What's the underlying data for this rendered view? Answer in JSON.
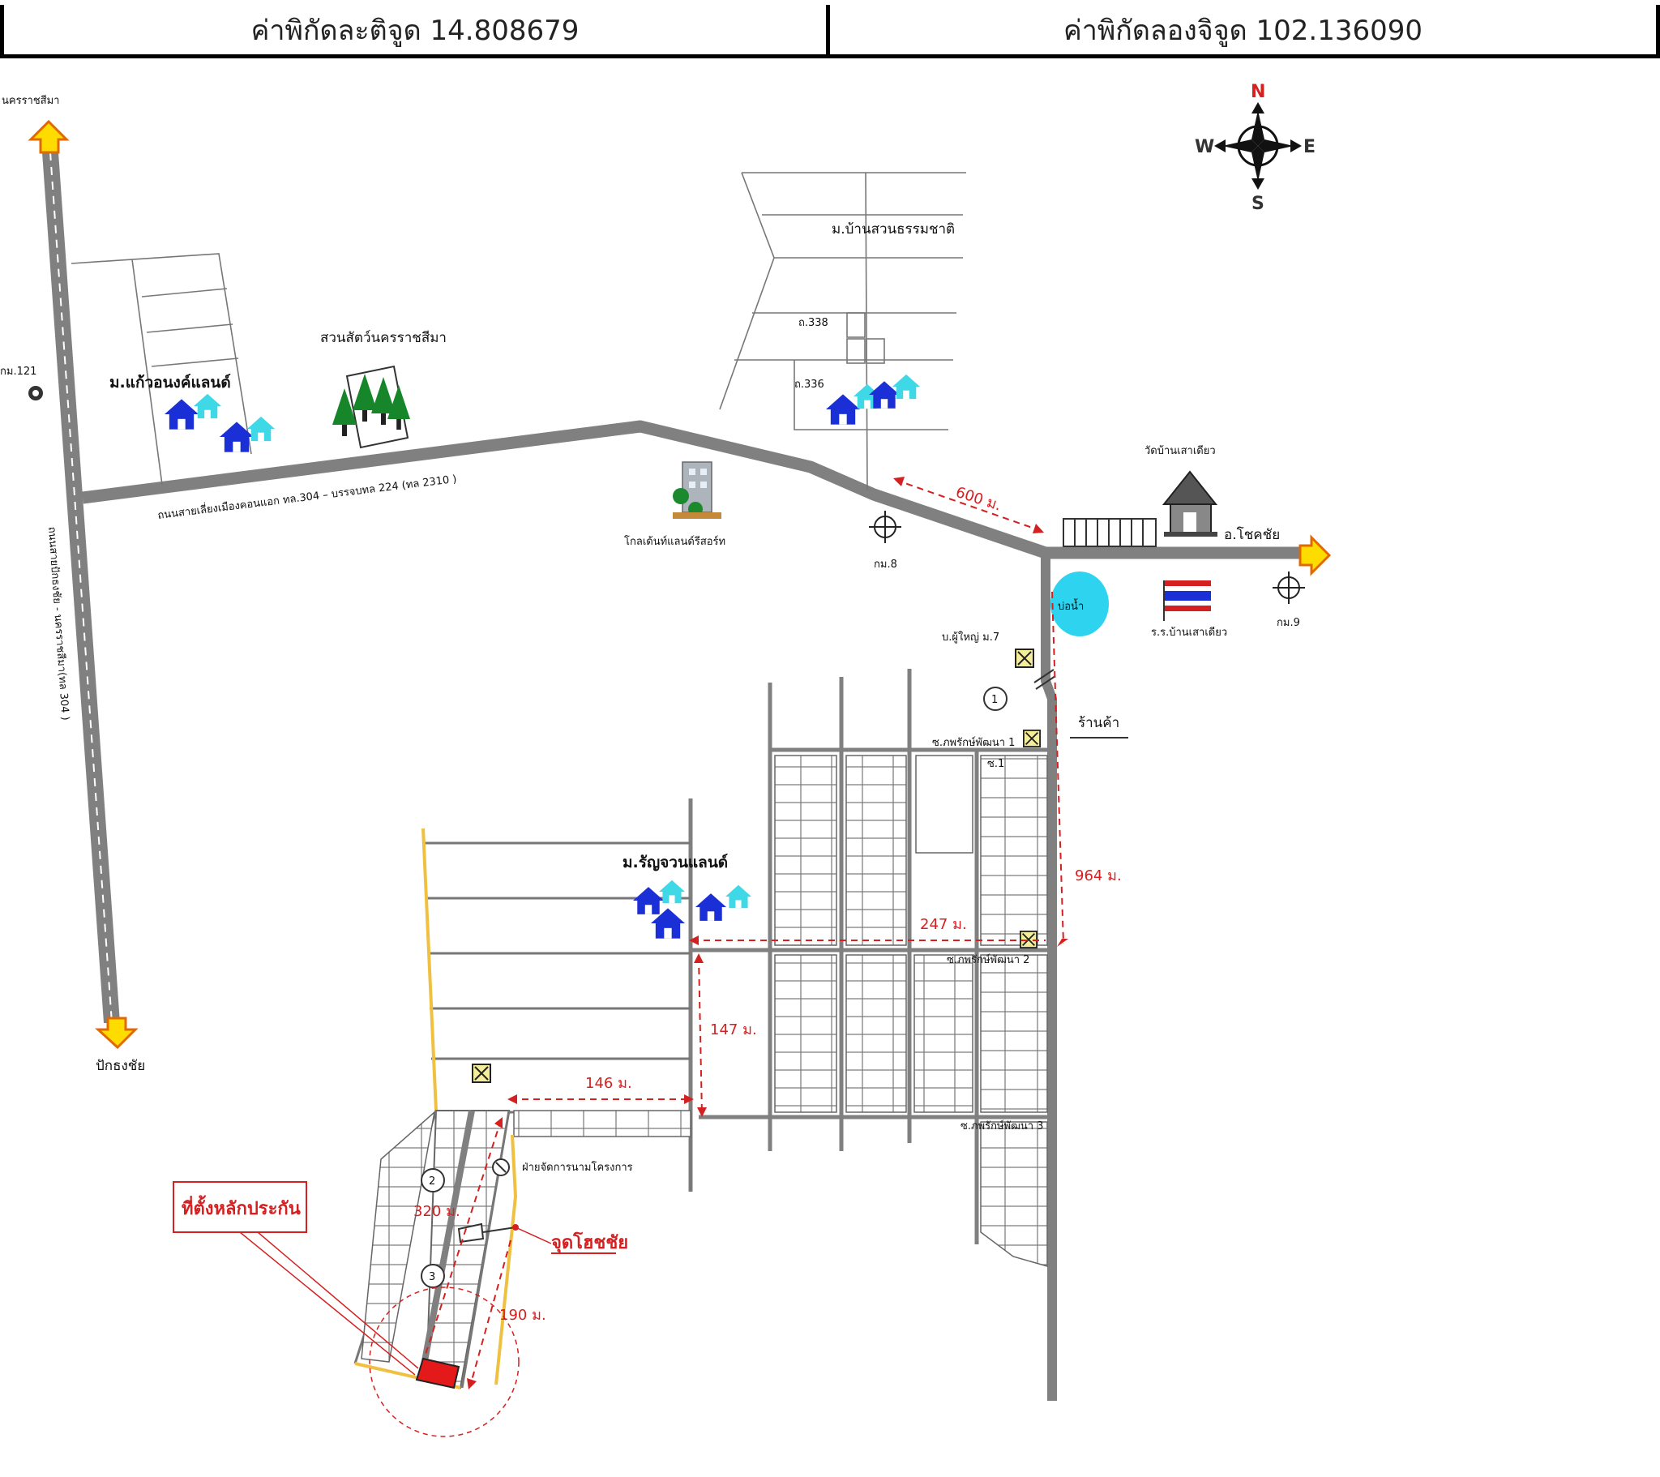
{
  "header": {
    "latitude": "ค่าพิกัดละติจูด 14.808679",
    "longitude": "ค่าพิกัดลองจิจูด 102.136090"
  },
  "compass": {
    "n": "N",
    "s": "S",
    "e": "E",
    "w": "W"
  },
  "labels": {
    "nakhon_ratchasima": "นครราชสีมา",
    "pakthongchai": "ปักธงชัย",
    "km121": "กม.121",
    "west_road": "ถนนสายปักธงชัย - นครราชสีมา(ทล 304 )",
    "main_road": "ถนนสายเลี่ยงเมืองคอนแอก ทล.304 – บรรจบทล 224 (ทล 2310 )",
    "kaew_village": "ม.แก้วอนงค์แลนด์",
    "zoo": "สวนสัตว์นครราชสีมา",
    "suan_village": "ม.บ้านสวนธรรมชาติ",
    "lane338": "ถ.338",
    "lane336": "ถ.336",
    "golf": "โกลเด้นท์แลนด์รีสอร์ท",
    "km8": "กม.8",
    "dist600": "600 ม.",
    "temple": "วัดบ้านเสาเดียว",
    "chokchai": "อ.โชคชัย",
    "pond": "บ่อน้ำ",
    "school": "ร.ร.บ้านเสาเดียว",
    "km9": "กม.9",
    "headman": "บ.ผู้ใหญ่ ม.7",
    "shop": "ร้านค้า",
    "soi1": "ซ.ภพรักษ์พัฒนา 1",
    "soi_short": "ซ.1",
    "dist964": "964 ม.",
    "dist247": "247 ม.",
    "ratchawan": "ม.รัญจวนแลนด์",
    "soi2": "ซ.ภพรักษ์พัฒนา 2",
    "dist147": "147 ม.",
    "dist146": "146 ม.",
    "soi3": "ซ.ภพรักษ์พัฒนา 3",
    "project_office": "ฝ่ายจัดการนามโครงการ",
    "collateral": "ที่ตั้งหลักประกัน",
    "dist320": "320 ม.",
    "checkpoint": "จุดโฮชชัย",
    "dist190": "190 ม.",
    "circle1": "1",
    "circle2": "2",
    "circle3": "3"
  },
  "colors": {
    "road": "#808080",
    "house_dark": "#1a2fd6",
    "house_light": "#3fd8e6",
    "dashed": "#d42020",
    "pond": "#2ed3f0",
    "target": "#e41a1a",
    "boundary": "#f0c040"
  }
}
